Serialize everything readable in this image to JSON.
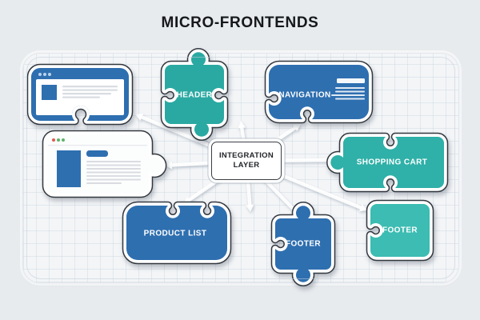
{
  "title": "MICRO-FRONTENDS",
  "diagram": {
    "center": {
      "line1": "INTEGRATION",
      "line2": "LAYER"
    },
    "pieces": [
      {
        "id": "header",
        "label": "HEADER",
        "color": "#2aa9a2"
      },
      {
        "id": "navigation",
        "label": "NAVIGATION",
        "color": "#2e6fb0"
      },
      {
        "id": "shopping_cart",
        "label": "SHOPPING CART",
        "color": "#2fb0a8"
      },
      {
        "id": "footer_right",
        "label": "FOOTER",
        "color": "#3cbcb2"
      },
      {
        "id": "footer_middle",
        "label": "FOOTER",
        "color": "#2e6fb0"
      },
      {
        "id": "product_list",
        "label": "PRODUCT LIST",
        "color": "#2e6fb0"
      }
    ],
    "colors": {
      "outline": "#33383f",
      "piece_border": "#ffffff",
      "blue": "#2e6fb0",
      "teal": "#2fb0a8",
      "ray": "#ffffff",
      "window_frame_blue": "#2e6fb0",
      "window_white": "#fcfdfd",
      "window_dot_light": "#b9d2ec",
      "window_dot_red": "#e05a52",
      "window_dot_green": "#5cb36a",
      "text_line_gray": "#d9dde2",
      "separator_gray": "#e6e9ec"
    }
  }
}
